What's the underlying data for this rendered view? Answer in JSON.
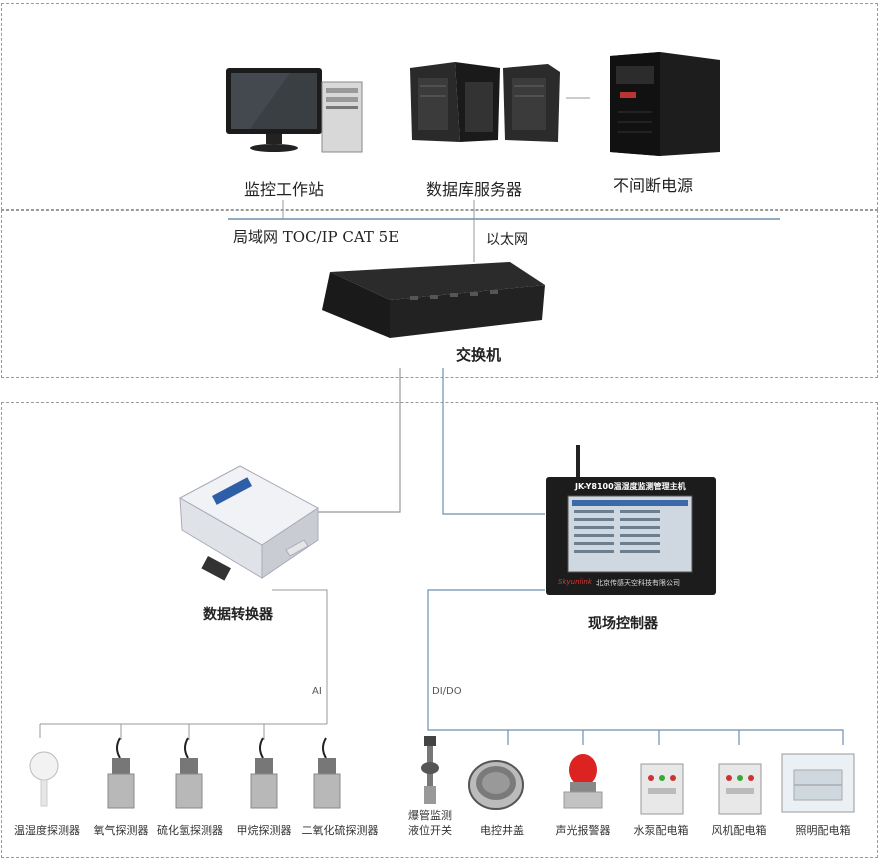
{
  "labels": {
    "workstation": "监控工作站",
    "db_server": "数据库服务器",
    "ups": "不间断电源",
    "lan": "局域网 TOC/IP CAT 5E",
    "ethernet": "以太网",
    "switch": "交换机",
    "converter": "数据转换器",
    "controller": "现场控制器",
    "ai": "AI",
    "dido": "DI/DO"
  },
  "controller_screen": {
    "title": "JK-Y8100温湿度监测管理主机",
    "company": "北京传感天空科技有限公司",
    "brand": "Skyunlink"
  },
  "ai_devices": [
    {
      "label": "温湿度探测器",
      "icon": "temp-humidity-sensor-icon"
    },
    {
      "label": "氧气探测器",
      "icon": "gas-detector-icon"
    },
    {
      "label": "硫化氢探测器",
      "icon": "gas-detector-icon"
    },
    {
      "label": "甲烷探测器",
      "icon": "gas-detector-icon"
    },
    {
      "label": "二氧化硫探测器",
      "icon": "gas-detector-icon"
    }
  ],
  "dido_devices": [
    {
      "label1": "爆管监测",
      "label2": "液位开关",
      "icon": "float-switch-icon"
    },
    {
      "label1": "电控井盖",
      "label2": "",
      "icon": "manhole-cover-icon"
    },
    {
      "label1": "声光报警器",
      "label2": "",
      "icon": "alarm-light-icon"
    },
    {
      "label1": "水泵配电箱",
      "label2": "",
      "icon": "distribution-box-icon"
    },
    {
      "label1": "风机配电箱",
      "label2": "",
      "icon": "distribution-box-icon"
    },
    {
      "label1": "照明配电箱",
      "label2": "",
      "icon": "lighting-box-icon"
    }
  ]
}
